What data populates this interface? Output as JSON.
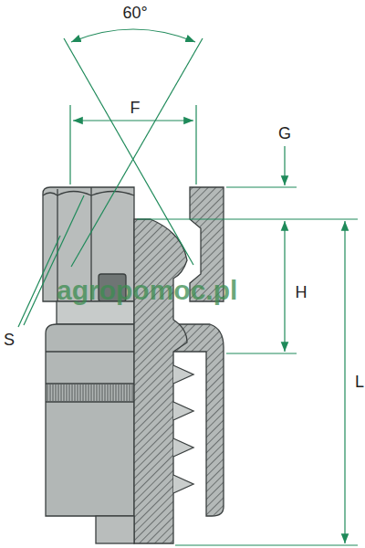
{
  "diagram": {
    "labels": [
      "60°",
      "F",
      "G",
      "H",
      "S",
      "L",
      "agropomoc.pl"
    ]
  }
}
